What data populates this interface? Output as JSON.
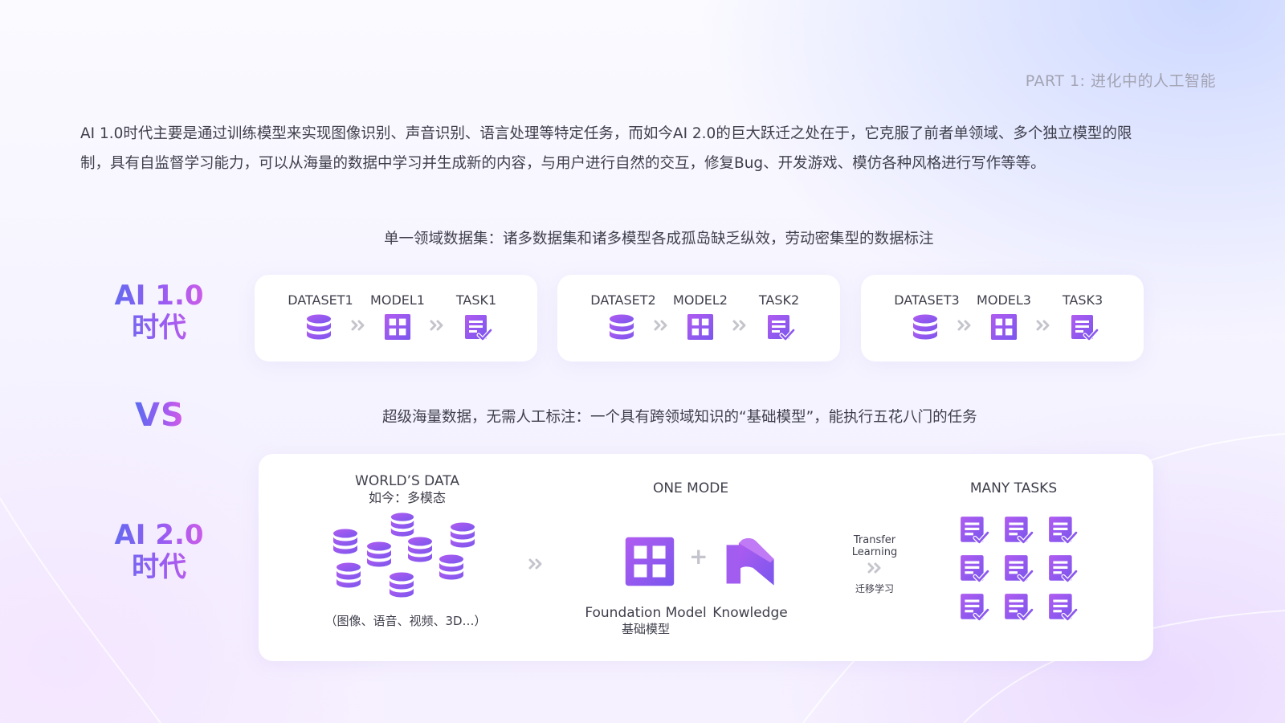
{
  "header": {
    "part_label": "PART 1: 进化中的人工智能"
  },
  "intro": {
    "line1": "AI 1.0时代主要是通过训练模型来实现图像识别、声音识别、语言处理等特定任务，而如今AI 2.0的巨大跃迁之处在于，它克服了前者单领域、多个独立模型的限",
    "line2": "制，具有自监督学习能力，可以从海量的数据中学习并生成新的内容，与用户进行自然的交互，修复Bug、开发游戏、模仿各种风格进行写作等等。"
  },
  "ai1": {
    "label_line1": "AI 1.0",
    "label_line2": "时代",
    "caption": "单一领域数据集：诸多数据集和诸多模型各成孤岛缺乏纵效，劳动密集型的数据标注",
    "pipelines": [
      {
        "dataset": "DATASET1",
        "model": "MODEL1",
        "task": "TASK1"
      },
      {
        "dataset": "DATASET2",
        "model": "MODEL2",
        "task": "TASK2"
      },
      {
        "dataset": "DATASET3",
        "model": "MODEL3",
        "task": "TASK3"
      }
    ]
  },
  "vs_label": "VS",
  "ai2": {
    "label_line1": "AI 2.0",
    "label_line2": "时代",
    "caption": "超级海量数据，无需人工标注：一个具有跨领域知识的“基础模型”，能执行五花八门的任务",
    "worlds_data_title": "WORLD’S DATA",
    "worlds_data_subtitle": "如今：多模态",
    "worlds_data_note": "（图像、语音、视频、3D…）",
    "one_model_title": "ONE MODE",
    "foundation_model_en": "Foundation Model",
    "foundation_model_zh": "基础模型",
    "knowledge_label": "Knowledge",
    "transfer_en_line1": "Transfer",
    "transfer_en_line2": "Learning",
    "transfer_zh": "迁移学习",
    "many_tasks_title": "MANY TASKS"
  },
  "colors": {
    "accent_blue": "#5b6cf0",
    "accent_purple": "#9a5cf2",
    "accent_pink": "#d85ce6",
    "chevron": "#c4c4cc"
  },
  "icons": {
    "dataset": "database-icon",
    "model": "model-grid-icon",
    "task": "task-document-icon",
    "arrow": "double-chevron-icon",
    "knowledge": "books-icon"
  }
}
